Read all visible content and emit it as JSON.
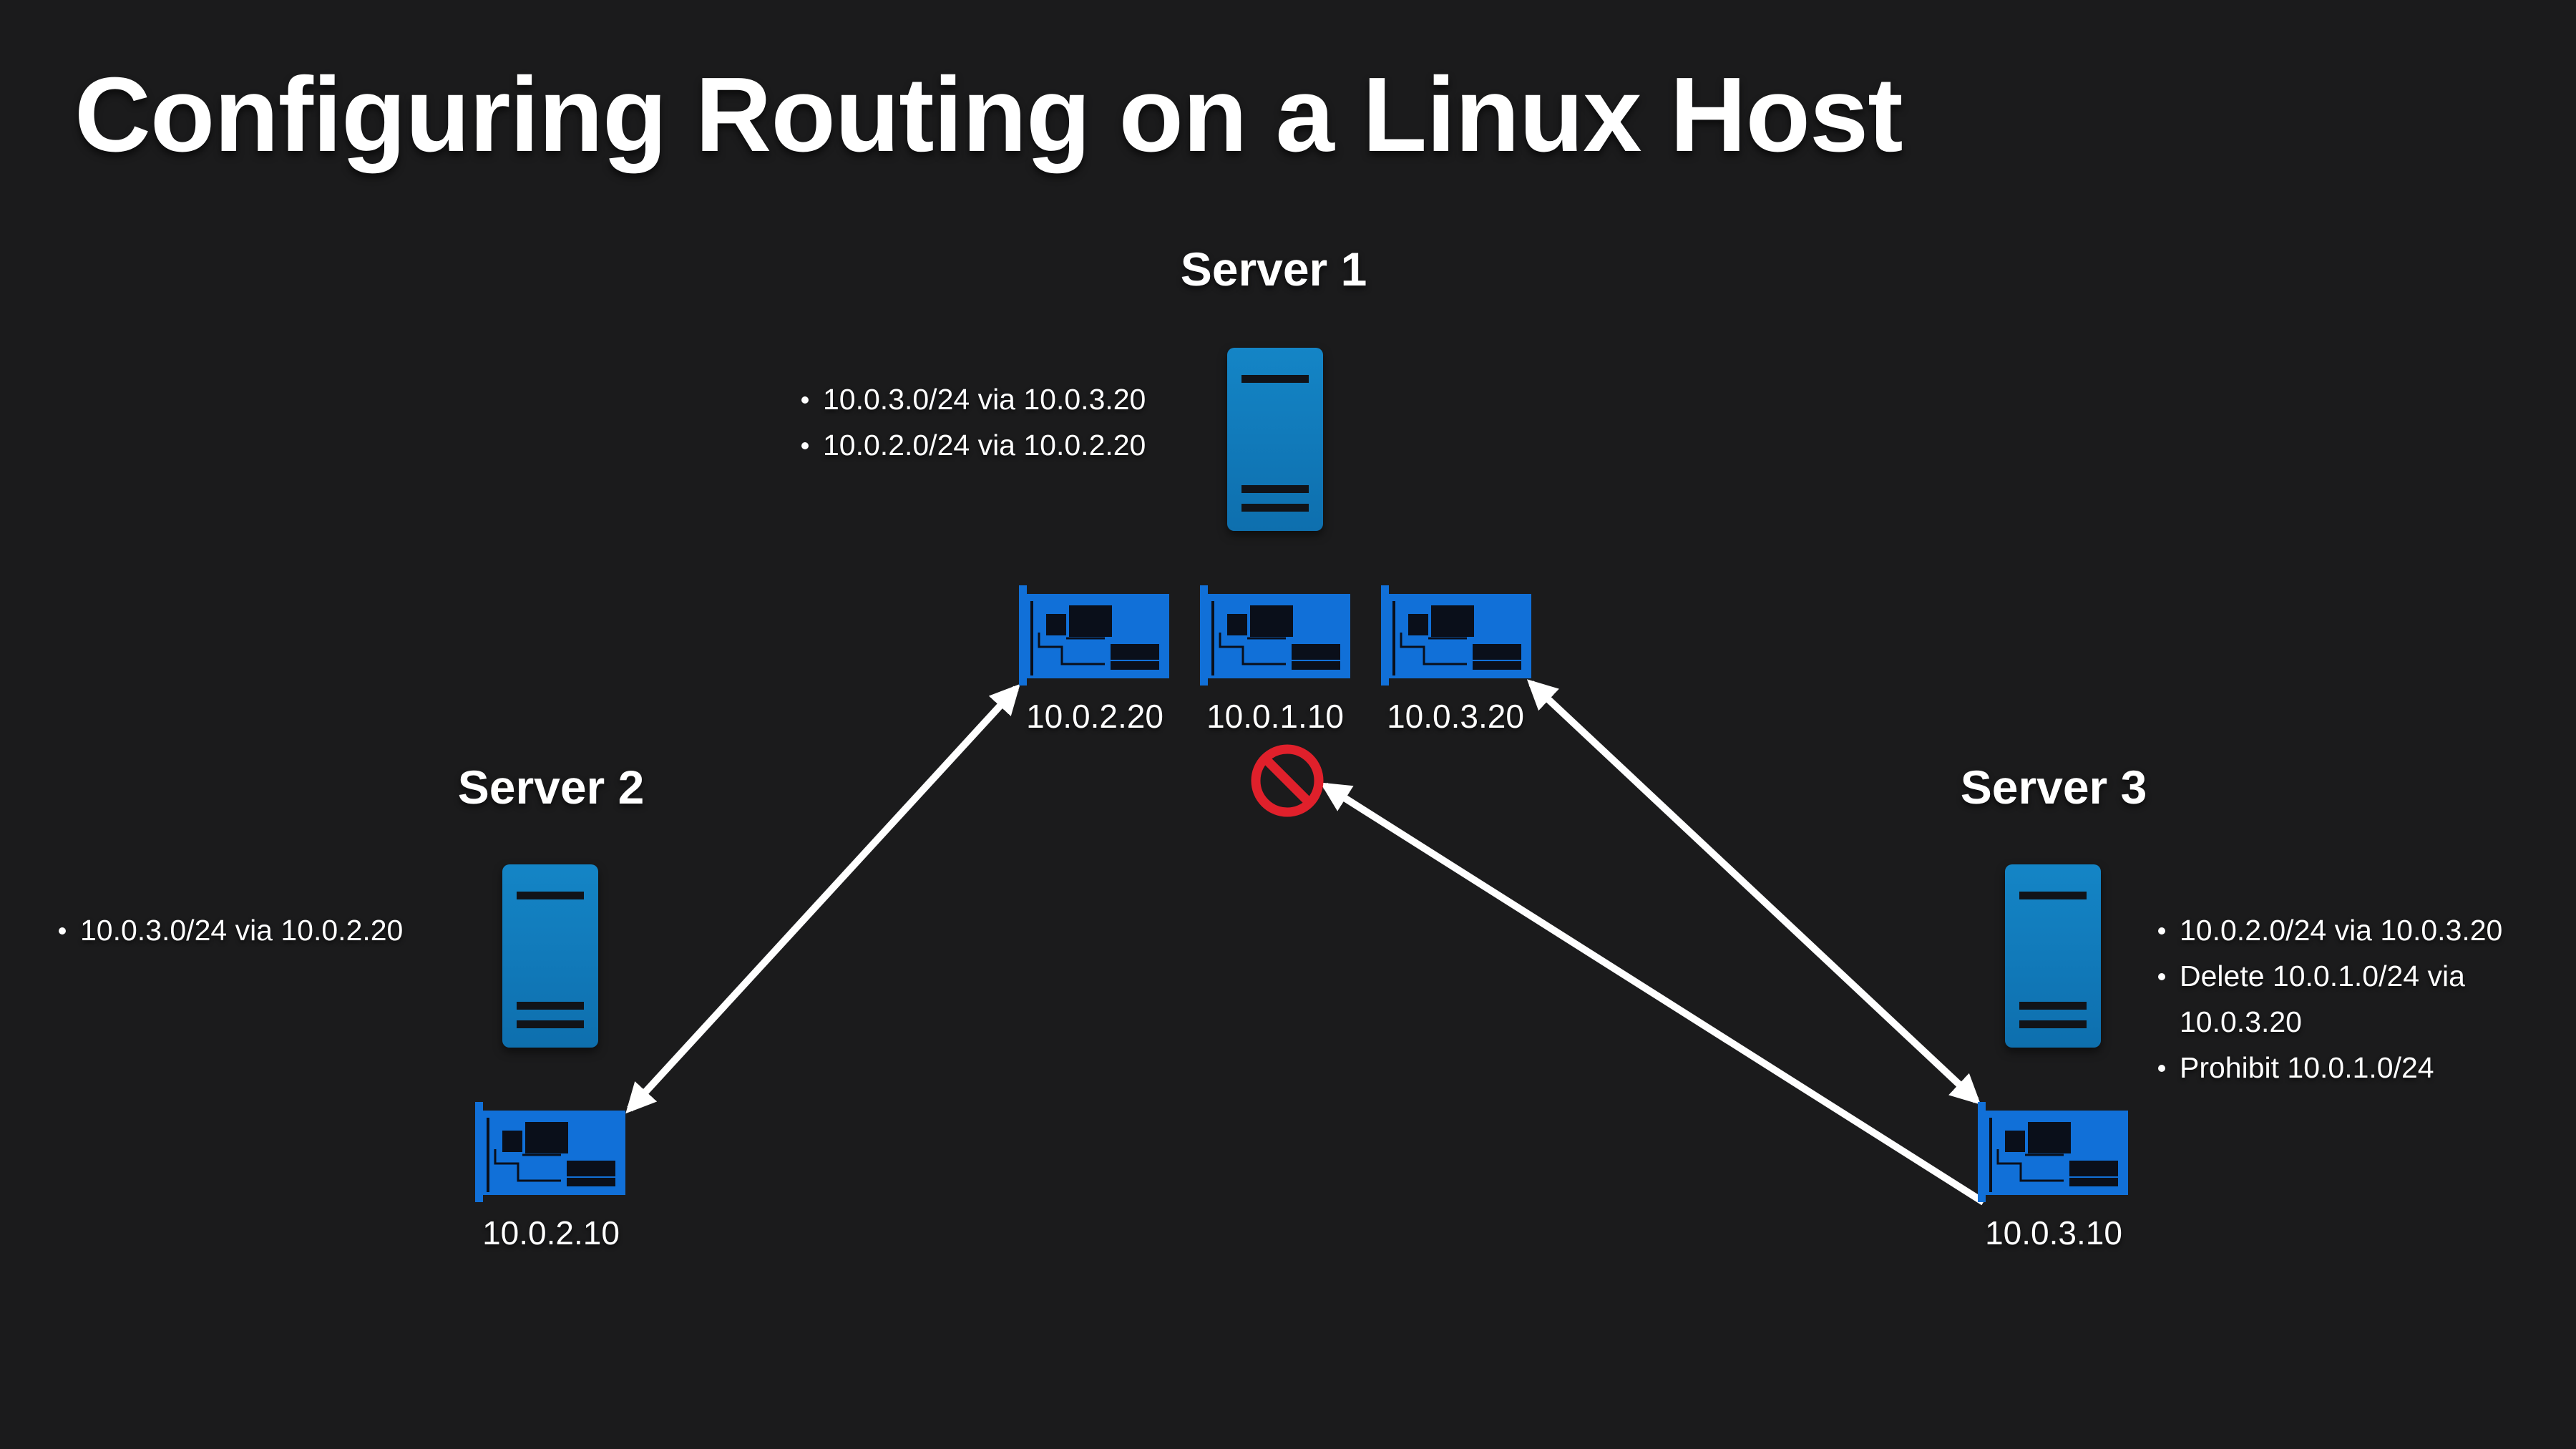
{
  "title": "Configuring Routing on a Linux Host",
  "servers": [
    {
      "label": "Server 1",
      "routes": [
        "10.0.3.0/24 via 10.0.3.20",
        "10.0.2.0/24 via 10.0.2.20"
      ],
      "nics": [
        "10.0.2.20",
        "10.0.1.10",
        "10.0.3.20"
      ]
    },
    {
      "label": "Server 2",
      "routes": [
        "10.0.3.0/24 via 10.0.2.20"
      ],
      "nics": [
        "10.0.2.10"
      ]
    },
    {
      "label": "Server 3",
      "routes": [
        "10.0.2.0/24 via 10.0.3.20",
        "Delete 10.0.1.0/24 via 10.0.3.20",
        "Prohibit 10.0.1.0/24"
      ],
      "nics": [
        "10.0.3.10"
      ]
    }
  ],
  "colors": {
    "background": "#1b1b1c",
    "server_body": "#1279bd",
    "nic_body": "#1170d8",
    "arrow": "#ffffff",
    "prohibit": "#e0202b"
  },
  "icons": {
    "server": "server-tower-icon",
    "nic": "network-card-icon",
    "blocked": "prohibited-icon"
  }
}
